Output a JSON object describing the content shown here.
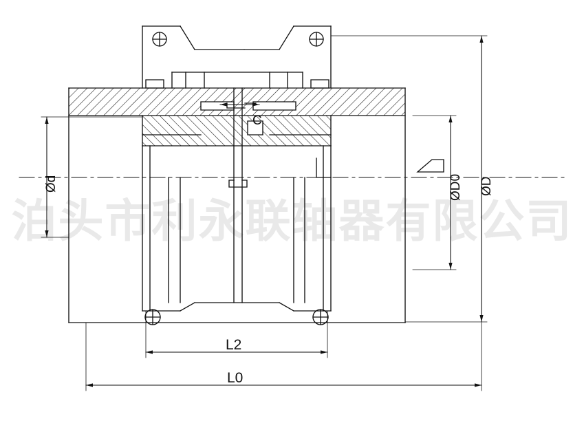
{
  "drawing": {
    "type": "engineering-drawing",
    "subject": "Gear coupling cross-section assembly drawing",
    "view": "half-section front elevation"
  },
  "watermark": {
    "text": "泊头市利永联轴器有限公司",
    "color": "#e9e9e9"
  },
  "dimensions": {
    "bore_diameter": {
      "label": "Ød",
      "position": "left",
      "orientation": "vertical"
    },
    "hub_diameter": {
      "label": "ØD0",
      "position": "right-inner",
      "orientation": "vertical"
    },
    "outer_diameter": {
      "label": "ØD",
      "position": "right-outer",
      "orientation": "vertical"
    },
    "gap": {
      "label": "C",
      "position": "center",
      "orientation": "horizontal"
    },
    "inner_length": {
      "label": "L2",
      "position": "bottom-inner",
      "orientation": "horizontal"
    },
    "overall_length": {
      "label": "L0",
      "position": "bottom-outer",
      "orientation": "horizontal"
    }
  },
  "colors": {
    "line": "#111111",
    "background": "#ffffff",
    "watermark": "#e9e9e9"
  }
}
